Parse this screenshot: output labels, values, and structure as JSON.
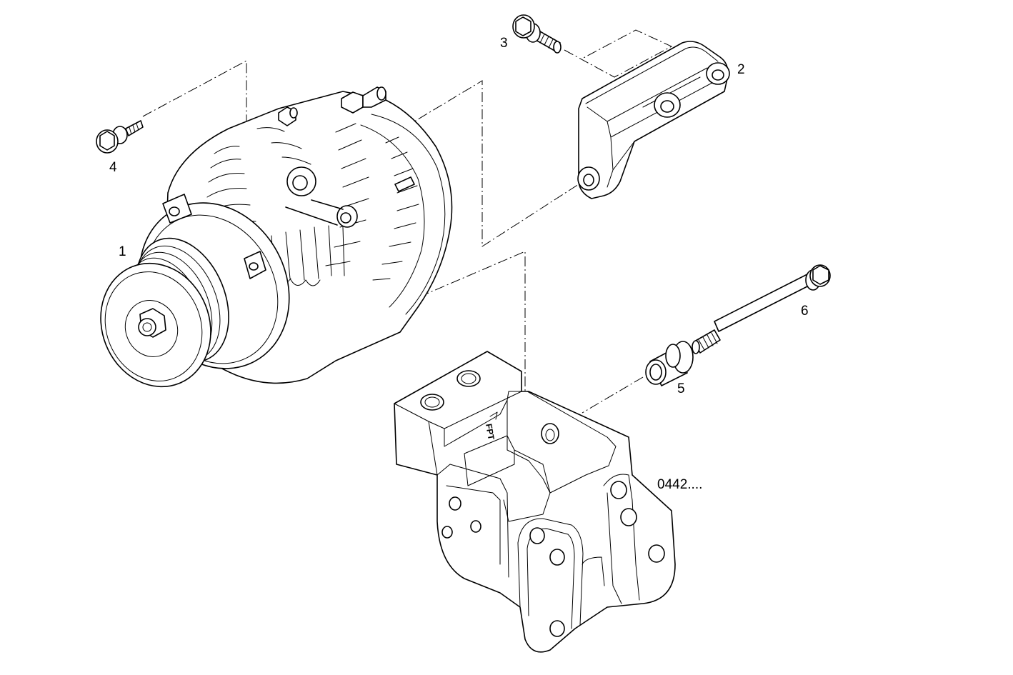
{
  "callouts": [
    {
      "id": "1",
      "text": "1"
    },
    {
      "id": "2",
      "text": "2"
    },
    {
      "id": "3",
      "text": "3"
    },
    {
      "id": "4",
      "text": "4"
    },
    {
      "id": "5",
      "text": "5"
    },
    {
      "id": "6",
      "text": "6"
    }
  ],
  "drawing_code": "0442....",
  "logo_text": "FPT",
  "parts": [
    {
      "callout": "1",
      "icon": "alternator-icon"
    },
    {
      "callout": "2",
      "icon": "mounting-bracket-icon"
    },
    {
      "callout": "3",
      "icon": "flange-bolt-icon"
    },
    {
      "callout": "4",
      "icon": "flange-bolt-icon"
    },
    {
      "callout": "5",
      "icon": "spacer-bushing-icon"
    },
    {
      "callout": "6",
      "icon": "long-bolt-icon"
    }
  ],
  "colors": {
    "line": "#000000",
    "background": "#ffffff"
  }
}
